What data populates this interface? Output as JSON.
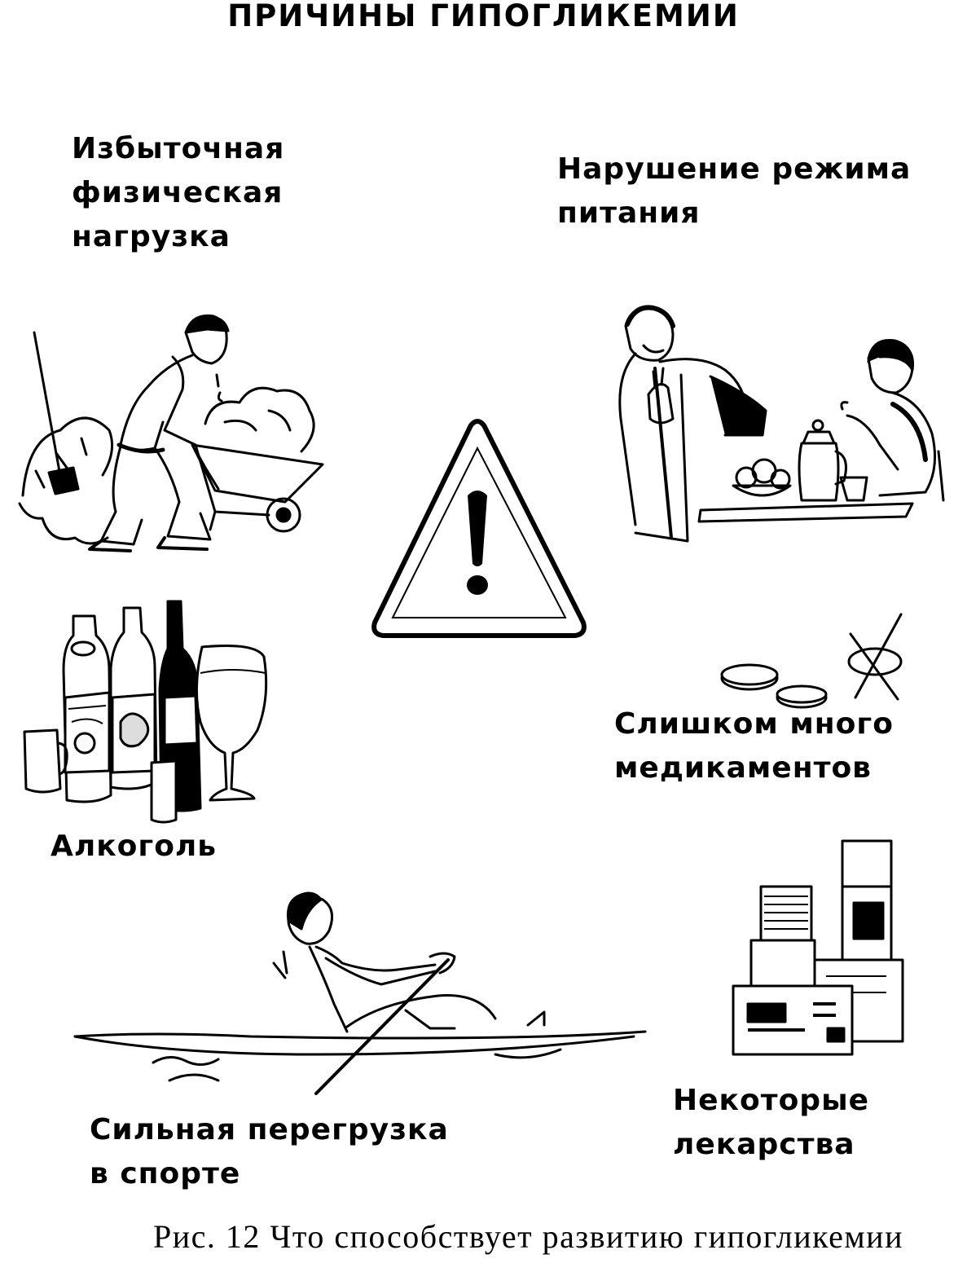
{
  "title": "ПРИЧИНЫ ГИПОГЛИКЕМИИ",
  "causes": [
    {
      "id": "exercise",
      "lines": [
        "Избыточная",
        "физическая",
        "нагрузка"
      ],
      "icon": "wheelbarrow-worker-icon"
    },
    {
      "id": "diet",
      "lines": [
        "Нарушение режима",
        "питания"
      ],
      "icon": "refused-meal-icon"
    },
    {
      "id": "medication-overdose",
      "lines": [
        "Слишком много",
        "медикаментов"
      ],
      "icon": "pills-icon"
    },
    {
      "id": "alcohol",
      "lines": [
        "Алкоголь"
      ],
      "icon": "bottles-glasses-icon"
    },
    {
      "id": "sport",
      "lines": [
        "Сильная перегрузка",
        "в спорте"
      ],
      "icon": "rowing-athlete-icon"
    },
    {
      "id": "drugs",
      "lines": [
        "Некоторые",
        "лекарства"
      ],
      "icon": "medicine-boxes-icon"
    }
  ],
  "center": {
    "icon": "warning-triangle-icon",
    "symbol": "!"
  },
  "caption": "Рис. 12 Что способствует развитию гипогликемии"
}
